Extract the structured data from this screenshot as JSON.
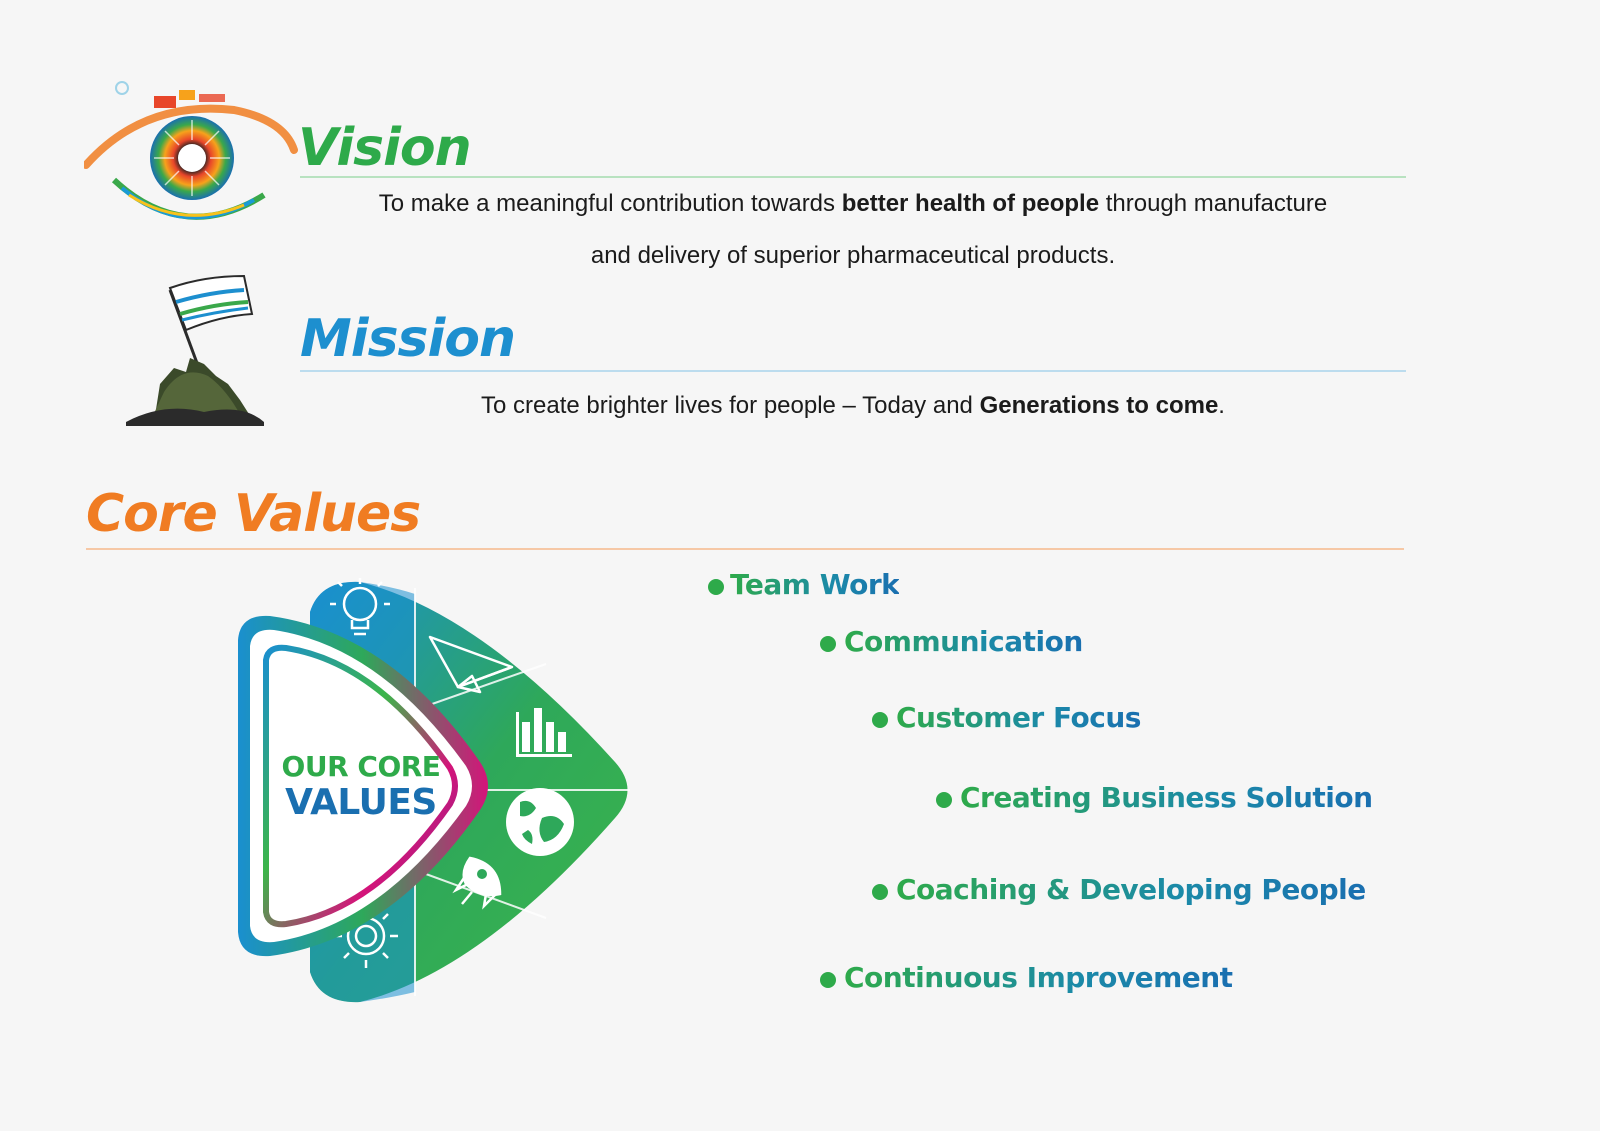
{
  "vision": {
    "title": "Vision",
    "line1_pre": "To make a meaningful contribution towards ",
    "line1_bold": "better health of people",
    "line1_post": " through manufacture",
    "line2": "and delivery of superior pharmaceutical products."
  },
  "mission": {
    "title": "Mission",
    "text_pre": "To create brighter lives for people – Today and ",
    "text_bold": "Generations to come",
    "text_post": "."
  },
  "core_values": {
    "title": "Core Values",
    "badge_line1": "OUR CORE",
    "badge_line2": "VALUES",
    "items": [
      {
        "label": "Team Work",
        "icon": "lightbulb-icon"
      },
      {
        "label": "Communication",
        "icon": "paper-plane-icon"
      },
      {
        "label": "Customer Focus",
        "icon": "bar-chart-icon"
      },
      {
        "label": "Creating Business Solution",
        "icon": "globe-icon"
      },
      {
        "label": "Coaching & Developing People",
        "icon": "rocket-icon"
      },
      {
        "label": "Continuous Improvement",
        "icon": "sun-icon"
      }
    ]
  },
  "colors": {
    "vision_green": "#2eaa4a",
    "mission_blue": "#1d8fcf",
    "core_orange": "#f07c22",
    "accent_magenta": "#d4147a"
  }
}
